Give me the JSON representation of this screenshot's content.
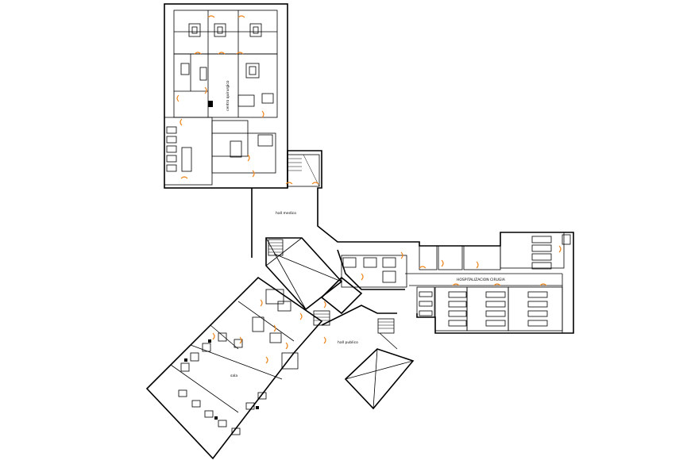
{
  "drawing": {
    "labels": {
      "hall_medico": "hall medico",
      "hall_publico": "hall publico",
      "hospitalization": "HOSPITALIZACION CIRUGIA",
      "centro_quirurgico": "centro quirurgico",
      "sala": "sala"
    }
  },
  "colors": {
    "background": "#ffffff",
    "linework": "#000000",
    "doors": "#f08a24"
  }
}
